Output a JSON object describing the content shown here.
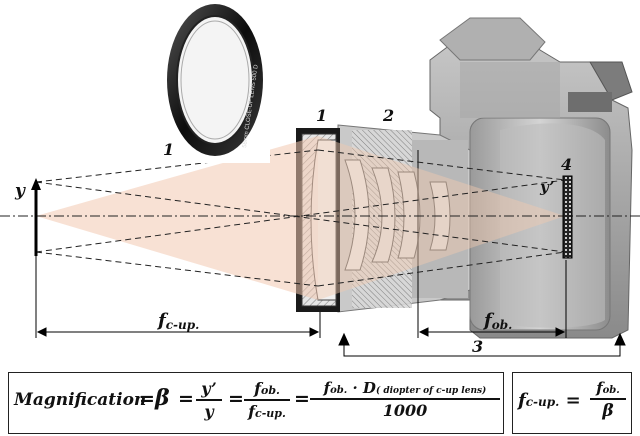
{
  "filter_photo": {
    "ring_text": "58mm CLOSE-UP LENS 500 D",
    "caption": "1"
  },
  "labels": {
    "object": "y",
    "image": "y’",
    "lens1": "1",
    "lens2": "2",
    "distance3": "3",
    "sensor4": "4",
    "f_cup_main": "f",
    "f_cup_sub": "c-up.",
    "f_ob_main": "f",
    "f_ob_sub": "ob."
  },
  "formula": {
    "magnification": "Magnification",
    "eq1": "=",
    "beta": "β",
    "eq2": "=",
    "y_prime": "y’",
    "y": "y",
    "eq3": "=",
    "fob_num": "f",
    "fob_num_sub": "ob.",
    "fcup_den": "f",
    "fcup_den_sub": "c-up.",
    "eq4": "=",
    "big_num_f": "f",
    "big_num_sub": "ob.",
    "big_num_dot": " · D",
    "big_num_d_sub": "( diopter of c-up lens)",
    "big_den": "1000"
  },
  "formula2": {
    "lhs_main": "f",
    "lhs_sub": "c-up.",
    "eq": " =",
    "num_main": "f",
    "num_sub": "ob.",
    "den": "β"
  }
}
